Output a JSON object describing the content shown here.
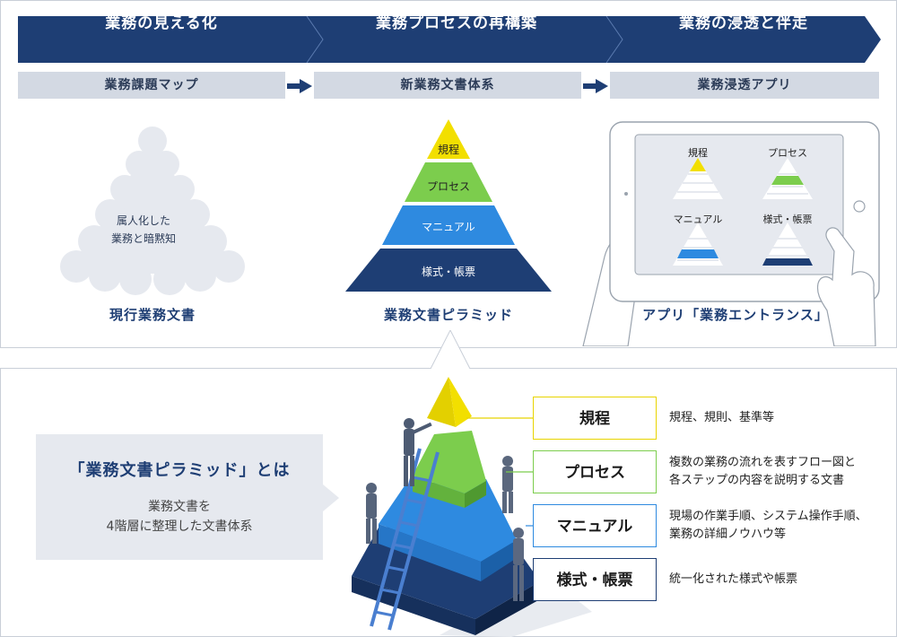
{
  "phases": [
    {
      "label": "業務の見える化",
      "tool": "業務課題マップ",
      "caption": "現行業務文書"
    },
    {
      "label": "業務プロセスの再構築",
      "tool": "新業務文書体系",
      "caption": "業務文書ピラミッド"
    },
    {
      "label": "業務の浸透と伴走",
      "tool": "業務浸透アプリ",
      "caption": "アプリ「業務エントランス」"
    }
  ],
  "cloud_text": [
    "属人化した",
    "業務と暗黙知"
  ],
  "pyramid": [
    "規程",
    "プロセス",
    "マニュアル",
    "様式・帳票"
  ],
  "tablet": [
    "規程",
    "プロセス",
    "マニュアル",
    "様式・帳票"
  ],
  "intro": {
    "title": "「業務文書ピラミッド」とは",
    "desc": [
      "業務文書を",
      "4階層に整理した文書体系"
    ]
  },
  "levels": [
    {
      "name": "規程",
      "desc": [
        "規程、規則、基準等"
      ],
      "color": "#e8d400"
    },
    {
      "name": "プロセス",
      "desc": [
        "複数の業務の流れを表すフロー図と",
        "各ステップの内容を説明する文書"
      ],
      "color": "#7ccd4d"
    },
    {
      "name": "マニュアル",
      "desc": [
        "現場の作業手順、システム操作手順、",
        "業務の詳細ノウハウ等"
      ],
      "color": "#2e8ae0"
    },
    {
      "name": "様式・帳票",
      "desc": [
        "統一化された様式や帳票"
      ],
      "color": "#1e3e74"
    }
  ],
  "colors": {
    "navy": "#1e3e74",
    "yellow": "#f2df00",
    "green": "#7ccd4d",
    "blue": "#2e8ae0",
    "dark_navy": "#1e3e74"
  }
}
